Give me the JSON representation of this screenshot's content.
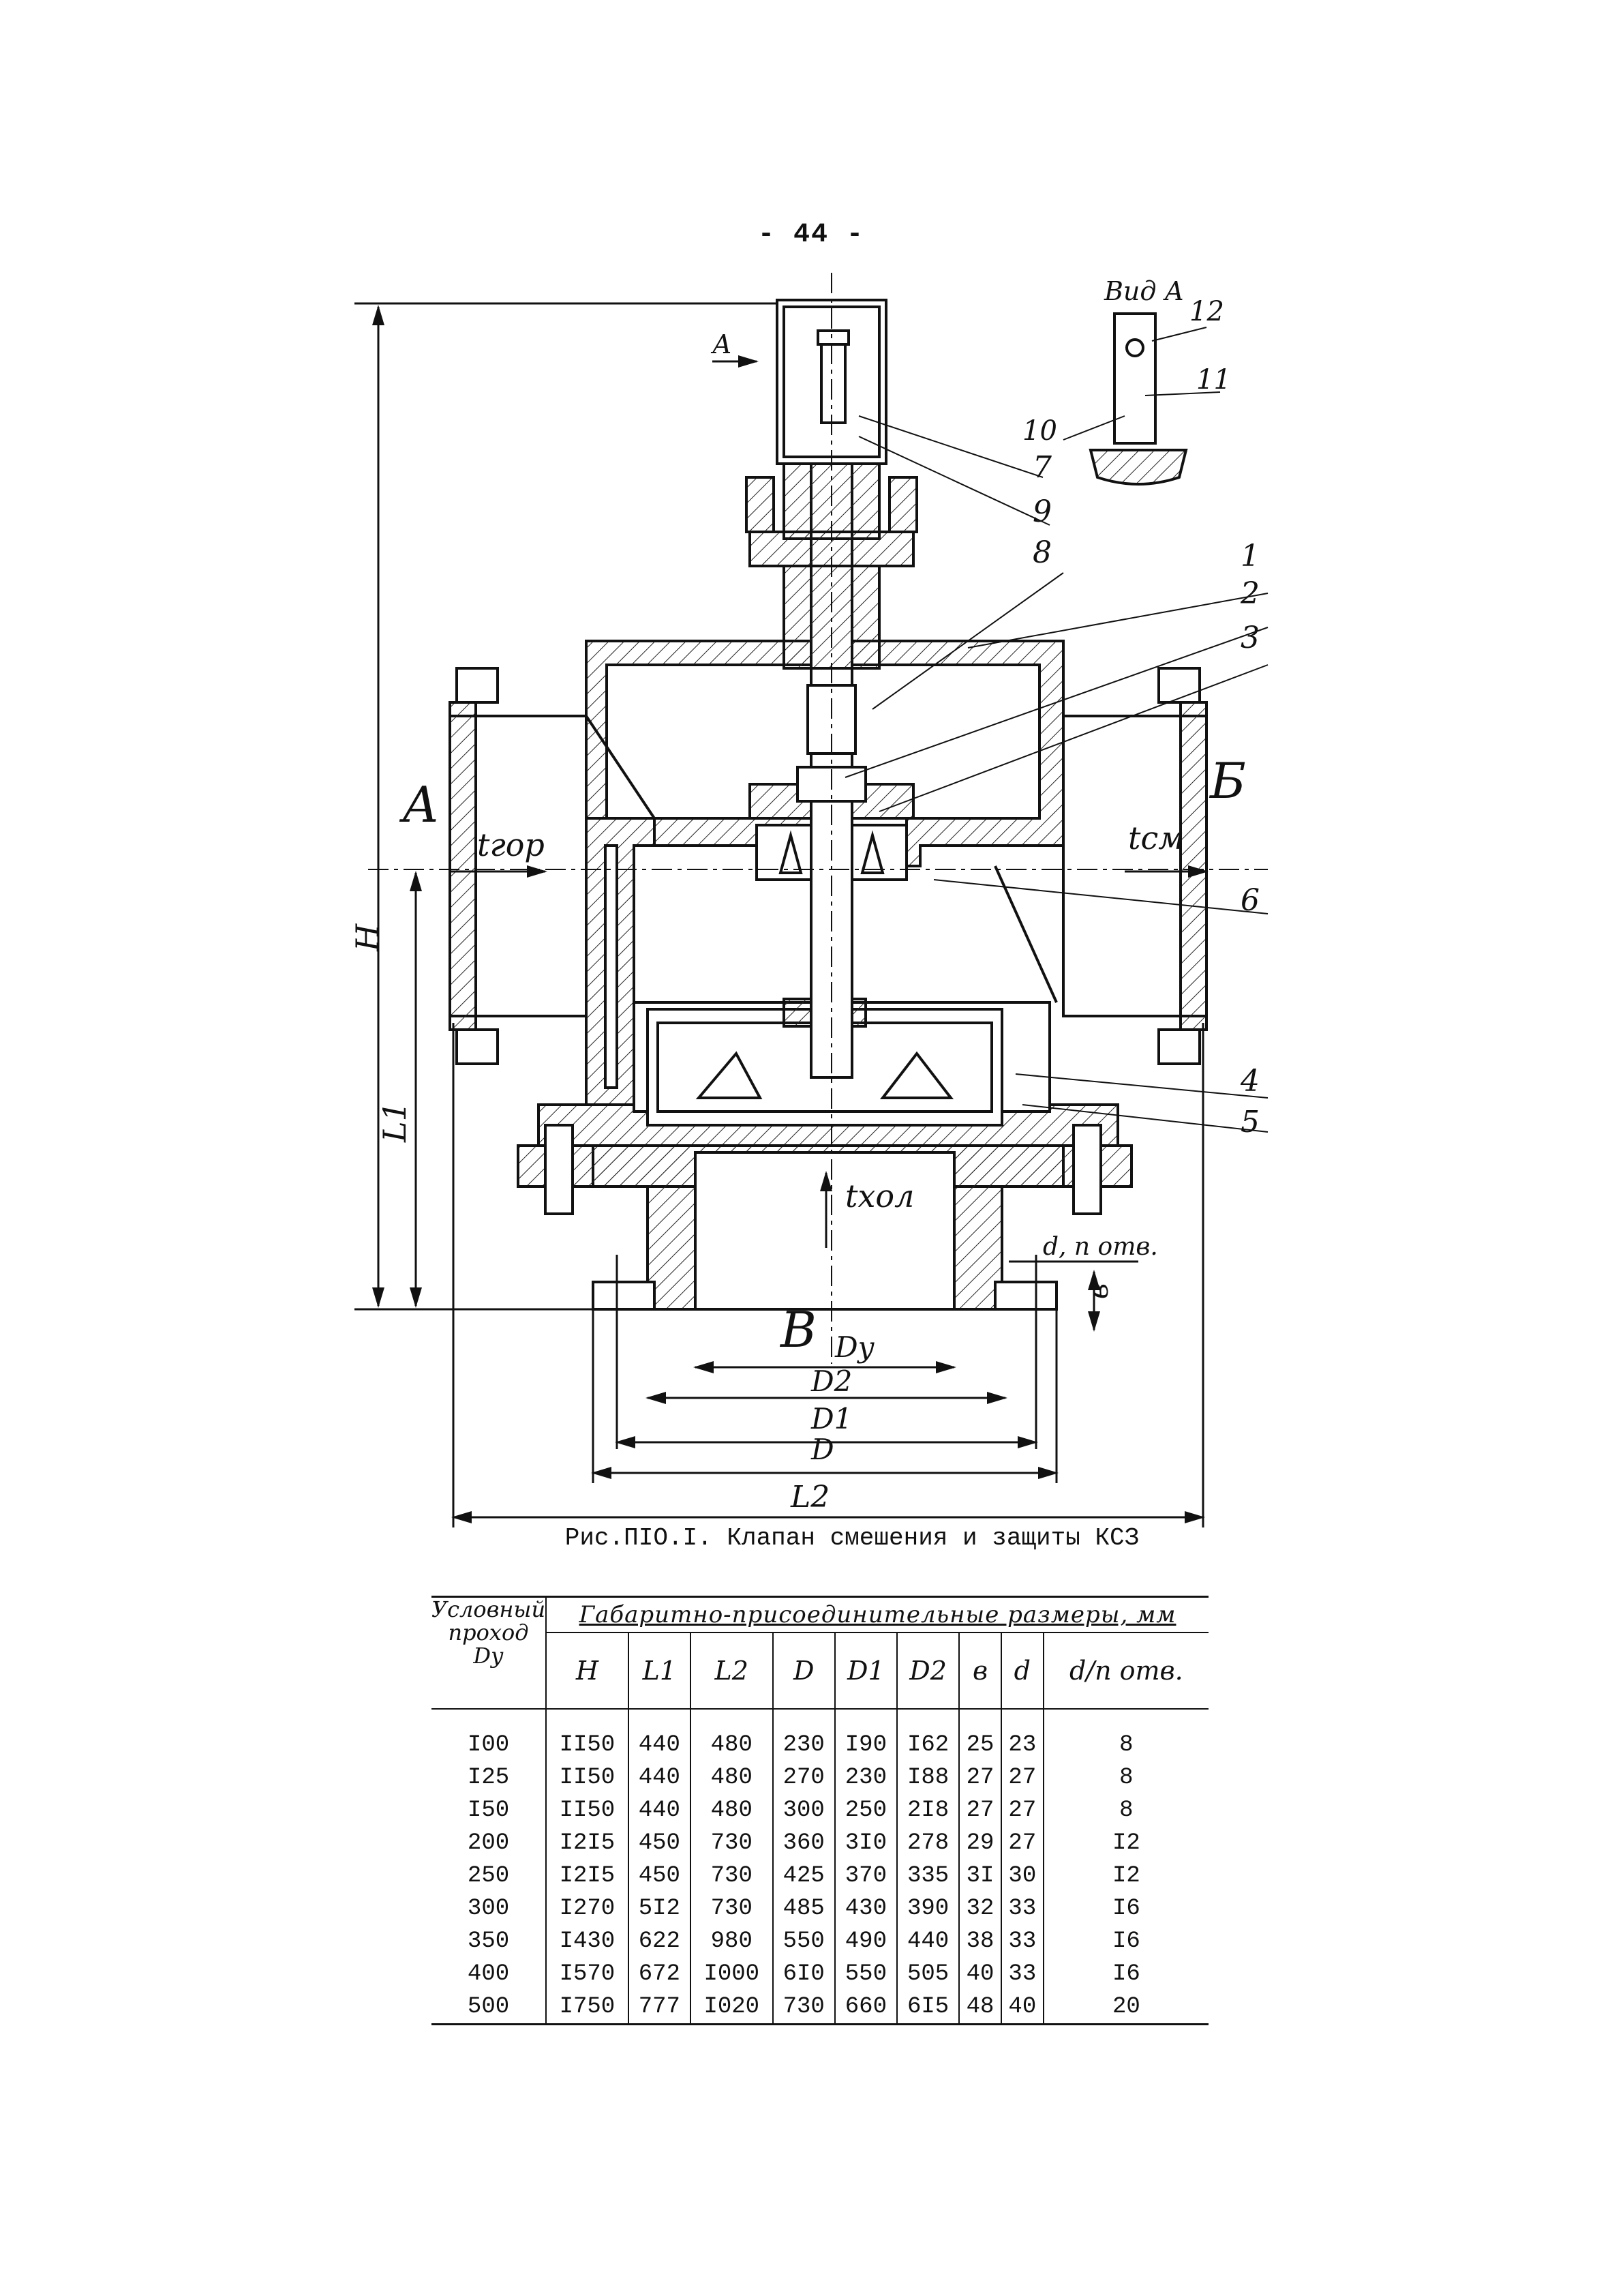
{
  "page_number": "- 44 -",
  "drawing": {
    "view_label": "Вид А",
    "arrow_label": "А",
    "port_left": "А",
    "port_right": "Б",
    "port_bottom": "В",
    "t_hot": "tгор",
    "t_mix": "tсм",
    "t_cold": "tхол",
    "dim_H": "H",
    "dim_L1": "L1",
    "dim_L2": "L2",
    "dim_Dy": "Dу",
    "dim_D2": "D2",
    "dim_D1": "D1",
    "dim_D": "D",
    "dim_b": "в",
    "dim_holes": "d, n отв.",
    "callouts": [
      "1",
      "2",
      "3",
      "4",
      "5",
      "6",
      "7",
      "8",
      "9",
      "10",
      "11",
      "12"
    ]
  },
  "caption": "Рис.ПІО.І. Клапан смешения и защиты КСЗ",
  "table": {
    "row_header": "Условный проход Dу",
    "group_header": "Габаритно-присоединительные размеры, мм",
    "columns": [
      "H",
      "L1",
      "L2",
      "D",
      "D1",
      "D2",
      "в",
      "d",
      "d/n отв."
    ],
    "rows": [
      [
        "I00",
        "II50",
        "440",
        "480",
        "230",
        "I90",
        "I62",
        "25",
        "23",
        "8"
      ],
      [
        "I25",
        "II50",
        "440",
        "480",
        "270",
        "230",
        "I88",
        "27",
        "27",
        "8"
      ],
      [
        "I50",
        "II50",
        "440",
        "480",
        "300",
        "250",
        "2I8",
        "27",
        "27",
        "8"
      ],
      [
        "200",
        "I2I5",
        "450",
        "730",
        "360",
        "3I0",
        "278",
        "29",
        "27",
        "I2"
      ],
      [
        "250",
        "I2I5",
        "450",
        "730",
        "425",
        "370",
        "335",
        "3I",
        "30",
        "I2"
      ],
      [
        "300",
        "I270",
        "5I2",
        "730",
        "485",
        "430",
        "390",
        "32",
        "33",
        "I6"
      ],
      [
        "350",
        "I430",
        "622",
        "980",
        "550",
        "490",
        "440",
        "38",
        "33",
        "I6"
      ],
      [
        "400",
        "I570",
        "672",
        "I000",
        "6I0",
        "550",
        "505",
        "40",
        "33",
        "I6"
      ],
      [
        "500",
        "I750",
        "777",
        "I020",
        "730",
        "660",
        "6I5",
        "48",
        "40",
        "20"
      ]
    ]
  }
}
